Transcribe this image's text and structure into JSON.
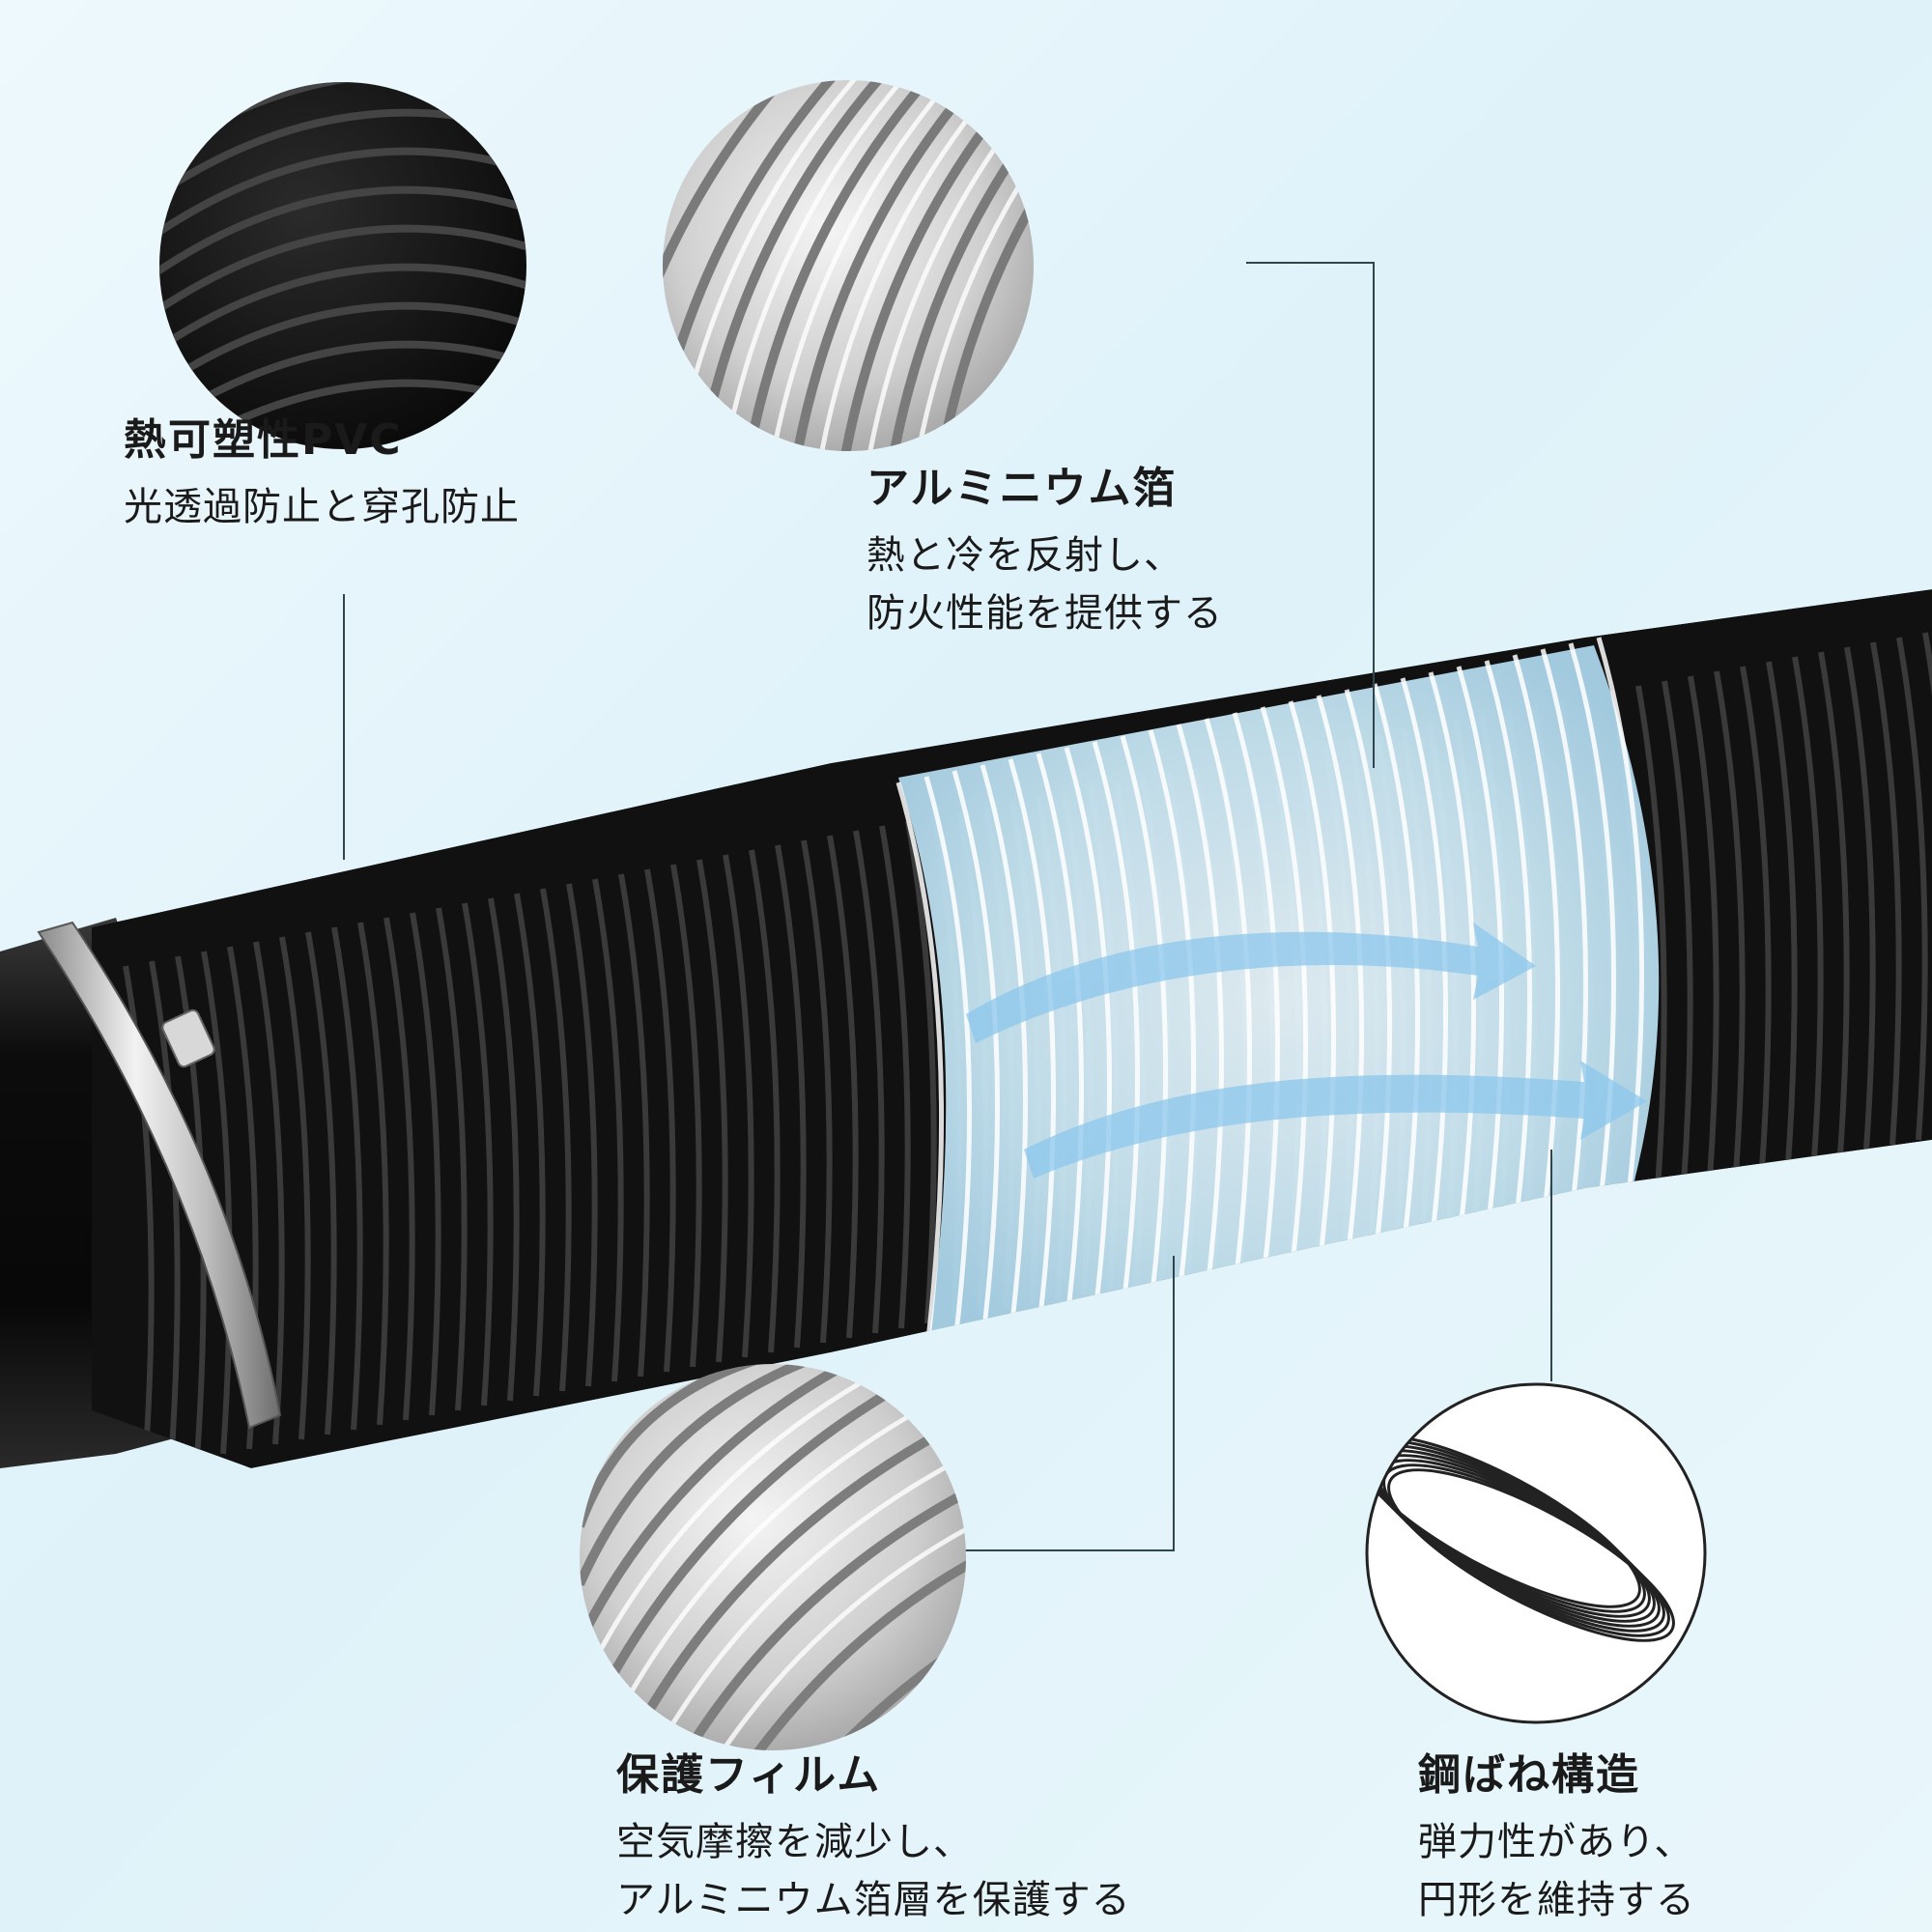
{
  "features": [
    {
      "title": "熱可塑性PVC",
      "desc": [
        "光透過防止と穿孔防止"
      ]
    },
    {
      "title": "アルミニウム箔",
      "desc": [
        "熱と冷を反射し、",
        "防火性能を提供する"
      ]
    },
    {
      "title": "保護フィルム",
      "desc": [
        "空気摩擦を減少し、",
        "アルミニウム箔層を保護する"
      ]
    },
    {
      "title": "鋼ばね構造",
      "desc": [
        "弾力性があり、",
        "円形を維持する"
      ]
    }
  ],
  "icons": [
    "pvc-texture-icon",
    "aluminum-foil-icon",
    "protective-film-icon",
    "steel-spring-icon",
    "hose-clamp-icon",
    "airflow-arrow-icon"
  ],
  "colors": {
    "background": "#e6f6fb",
    "hose": "#161616",
    "leader_line": "#2f4650",
    "airflow": "#8cc7ec"
  }
}
